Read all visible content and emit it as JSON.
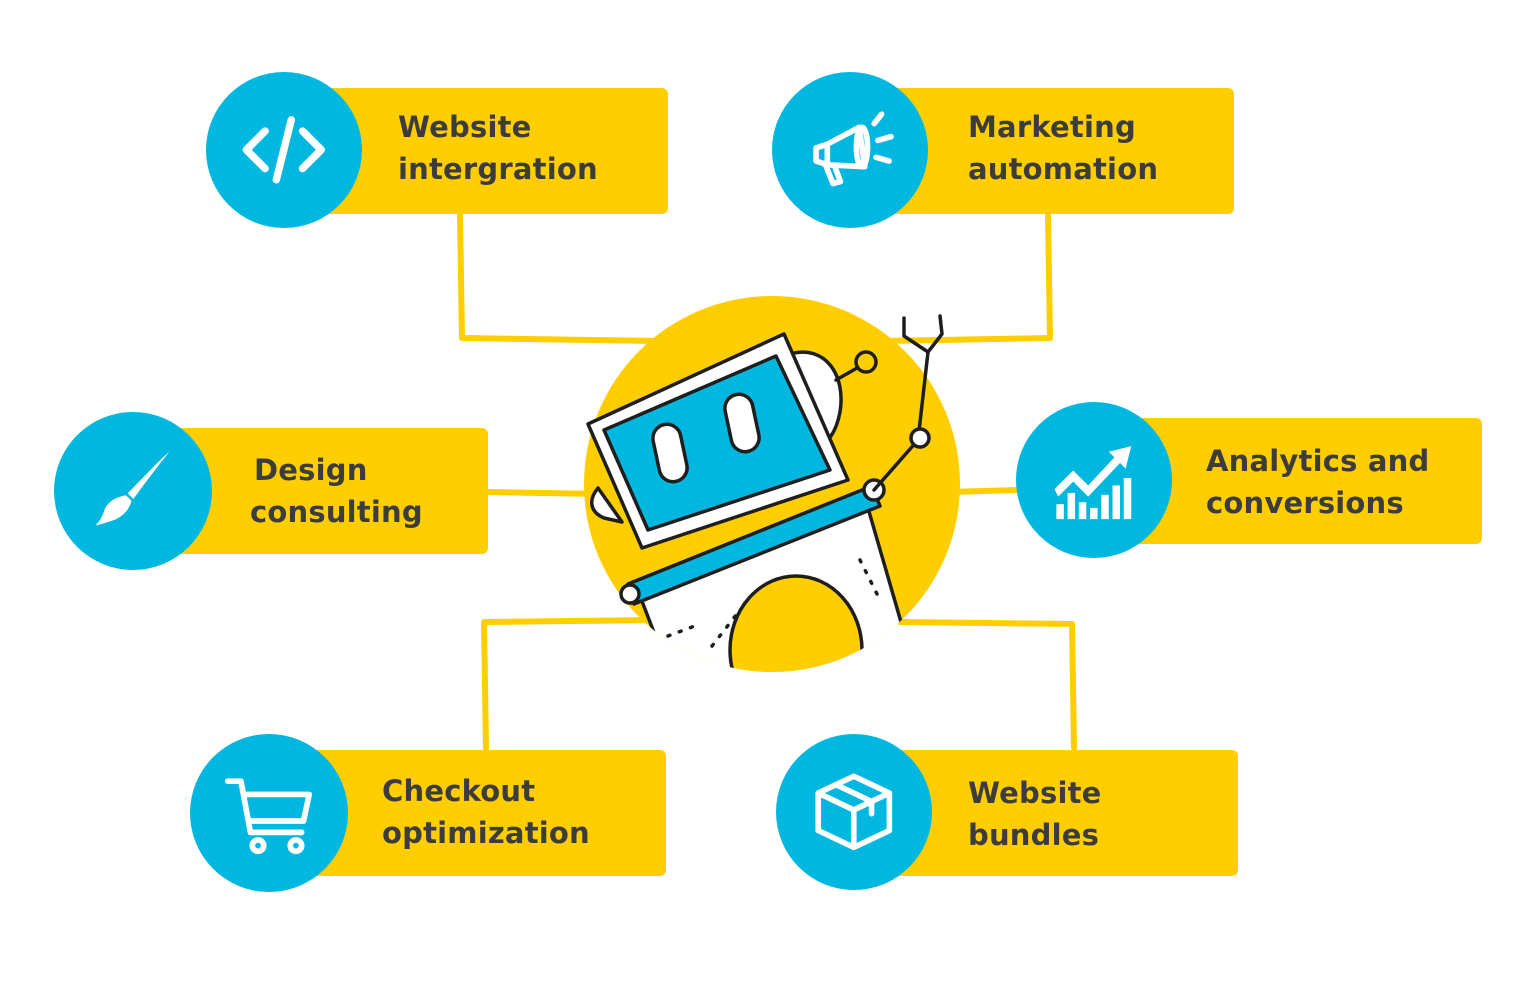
{
  "colors": {
    "box": "#FFCE00",
    "circle": "#00B7E0",
    "text": "#3C3C3C",
    "robot_outline": "#1E1E1E",
    "robot_screen": "#00B7E0"
  },
  "services": [
    {
      "id": "website-integration",
      "line1": "Website",
      "line2": "intergration",
      "icon": "code-icon"
    },
    {
      "id": "marketing-automation",
      "line1": "Marketing",
      "line2": "automation",
      "icon": "megaphone-icon"
    },
    {
      "id": "design-consulting",
      "line1": "Design",
      "line2": "consulting",
      "icon": "paintbrush-icon"
    },
    {
      "id": "analytics-conversions",
      "line1": "Analytics and",
      "line2": "conversions",
      "icon": "chart-growth-icon"
    },
    {
      "id": "checkout-optimization",
      "line1": "Checkout",
      "line2": "optimization",
      "icon": "shopping-cart-icon"
    },
    {
      "id": "website-bundles",
      "line1": "Website",
      "line2": "bundles",
      "icon": "box-icon"
    }
  ],
  "center": {
    "icon": "robot-icon"
  }
}
